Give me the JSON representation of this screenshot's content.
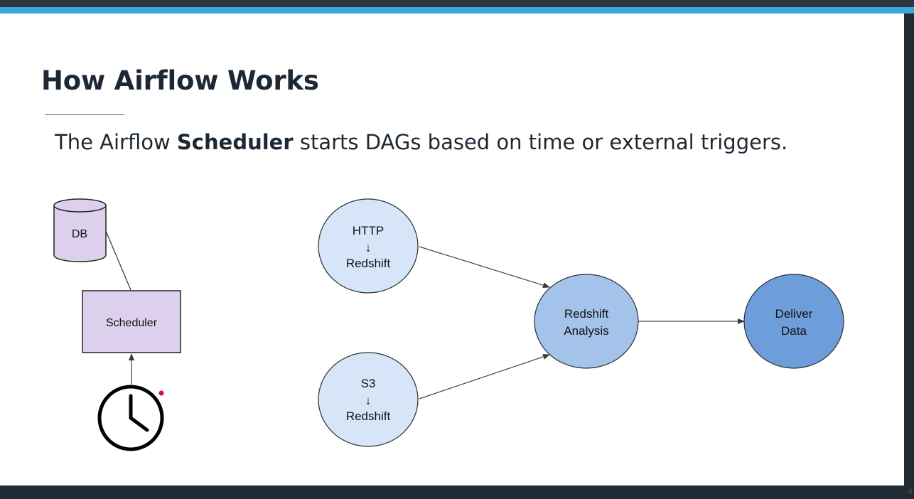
{
  "slide": {
    "title": "How Airflow Works",
    "subtitle_pre": "The Airflow ",
    "subtitle_bold": "Scheduler",
    "subtitle_post": " starts DAGs based on time or external triggers.",
    "page_number": "4"
  },
  "scheduler_diagram": {
    "db_label": "DB",
    "scheduler_label": "Scheduler",
    "clock_icon": "clock-icon",
    "colors": {
      "box_fill": "#dcd0ec",
      "box_stroke": "#222222"
    }
  },
  "dag": {
    "nodes": {
      "http": {
        "line1": "HTTP",
        "arrow": "↓",
        "line2": "Redshift"
      },
      "s3": {
        "line1": "S3",
        "arrow": "↓",
        "line2": "Redshift"
      },
      "analysis": {
        "line1": "Redshift",
        "line2": "Analysis"
      },
      "deliver": {
        "line1": "Deliver",
        "line2": "Data"
      }
    },
    "colors": {
      "source_fill": "#d6e6f8",
      "analysis_fill": "#a3c3ea",
      "deliver_fill": "#6d9edb",
      "stroke": "#2d2d2d"
    }
  },
  "theme": {
    "accent": "#3aa7df",
    "frame": "#1f2a33",
    "text": "#1d2833"
  }
}
